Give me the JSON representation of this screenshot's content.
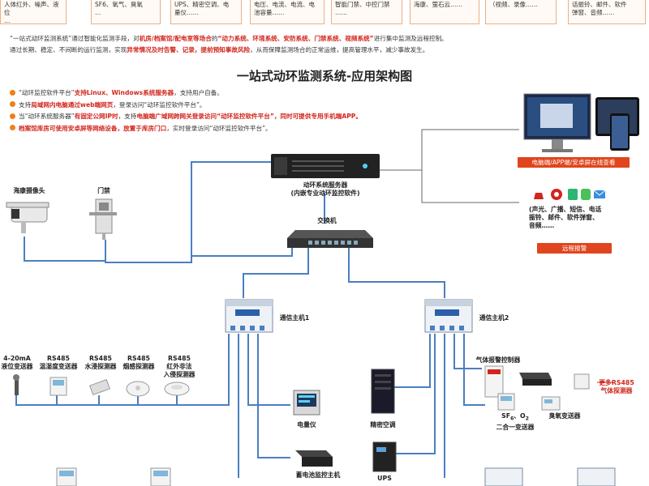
{
  "top_cards": [
    {
      "line1": "人体红外、噪声、液位",
      "line2": "…"
    },
    {
      "line1": "SF6、氧气、臭氧",
      "line2": "…"
    },
    {
      "line1": "UPS、精密空调、电",
      "line2": "量仪……"
    },
    {
      "line1": "电压、电流、电流、电",
      "line2": "池容量……"
    },
    {
      "line1": "智能门禁、中控门禁",
      "line2": "……"
    },
    {
      "line1": "海康、萤石云……",
      "line2": ""
    },
    {
      "line1": "（视频、录像……",
      "line2": ""
    },
    {
      "line1": "话振铃、邮件、软件",
      "line2": "弹窗、音频……"
    }
  ],
  "intro": {
    "line1_a": "“一站式动环监测系统”通过智能化监测手段，对",
    "line1_b": "机房/档案馆/配电室等场合",
    "line1_c": "的",
    "line1_d": "“动力系统、环境系统、安防系统、门禁系统、视频系统”",
    "line1_e": "进行集中监测及远程控制。",
    "line2_a": "通过长期、稳定、不间断的运行监测，实现",
    "line2_b": "异常情况及时告警、记录，提前预知事故风险",
    "line2_c": "，从而保障监测场合的正常运维，提高管理水平，减少事故发生。"
  },
  "title": "一站式动环监测系统-应用架构图",
  "bullets": [
    {
      "a": "“动环监控软件平台”",
      "b": "支持Linux、Windows系统服务器",
      "c": "，支持用户自备。",
      "d": "",
      "e": ""
    },
    {
      "a": "支持",
      "b": "局域网内电脑通过web端网页",
      "c": "，登录访问“动环监控软件平台”。",
      "d": "",
      "e": ""
    },
    {
      "a": "当“动环系统服务器”",
      "b": "有固定公网IP时",
      "c": "，支持",
      "d": "电脑端广域网跨网关登录访问“动环监控软件平台”",
      "e": "，同时可提供专用手机端APP。"
    },
    {
      "a": "",
      "b": "档案馆库房可使用安卓屏等网络设备，放置于库房门口",
      "c": "，实时登录访问“动环监控软件平台”。",
      "d": "",
      "e": ""
    }
  ],
  "server": {
    "line1": "动环系统服务器",
    "line2": "(内嵌专业动环监控软件)"
  },
  "switch_label": "交换机",
  "camera_label": "海康摄像头",
  "door_label": "门禁",
  "terminal_button": "电脑端/APP端/安卓屏在线查看",
  "alarm": {
    "line1": "(声光、广播、短信、电话",
    "line2": "振铃、邮件、软件弹窗、",
    "line3": "音频……",
    "button": "远程报警"
  },
  "host1_label": "通信主机1",
  "host2_label": "通信主机2",
  "sensors": [
    {
      "line1": "4-20mA",
      "line2": "液位变送器"
    },
    {
      "line1": "RS485",
      "line2": "温湿度变送器"
    },
    {
      "line1": "RS485",
      "line2": "水浸探测器"
    },
    {
      "line1": "RS485",
      "line2": "烟感探测器"
    },
    {
      "line1": "RS485",
      "line2": "红外非法",
      "line3": "入侵探测器"
    }
  ],
  "meter_label": "电量仪",
  "battery_label": "蓄电池监控主机",
  "ac_label": "精密空调",
  "ups_label": "UPS",
  "gas": {
    "controller": "气体报警控制器",
    "sf6_a": "SF",
    "sf6_sub": "6",
    "sf6_b": "、O",
    "sf6_sub2": "2",
    "sf6_line2": "二合一变送器",
    "ozone": "臭氧变送器",
    "more_line1": "更多RS485",
    "more_line2": "气体探测器"
  },
  "colors": {
    "accent": "#e0451e",
    "bullet": "#f07f1a",
    "cable": "#4a7fc1",
    "highlight": "#d2261d"
  }
}
